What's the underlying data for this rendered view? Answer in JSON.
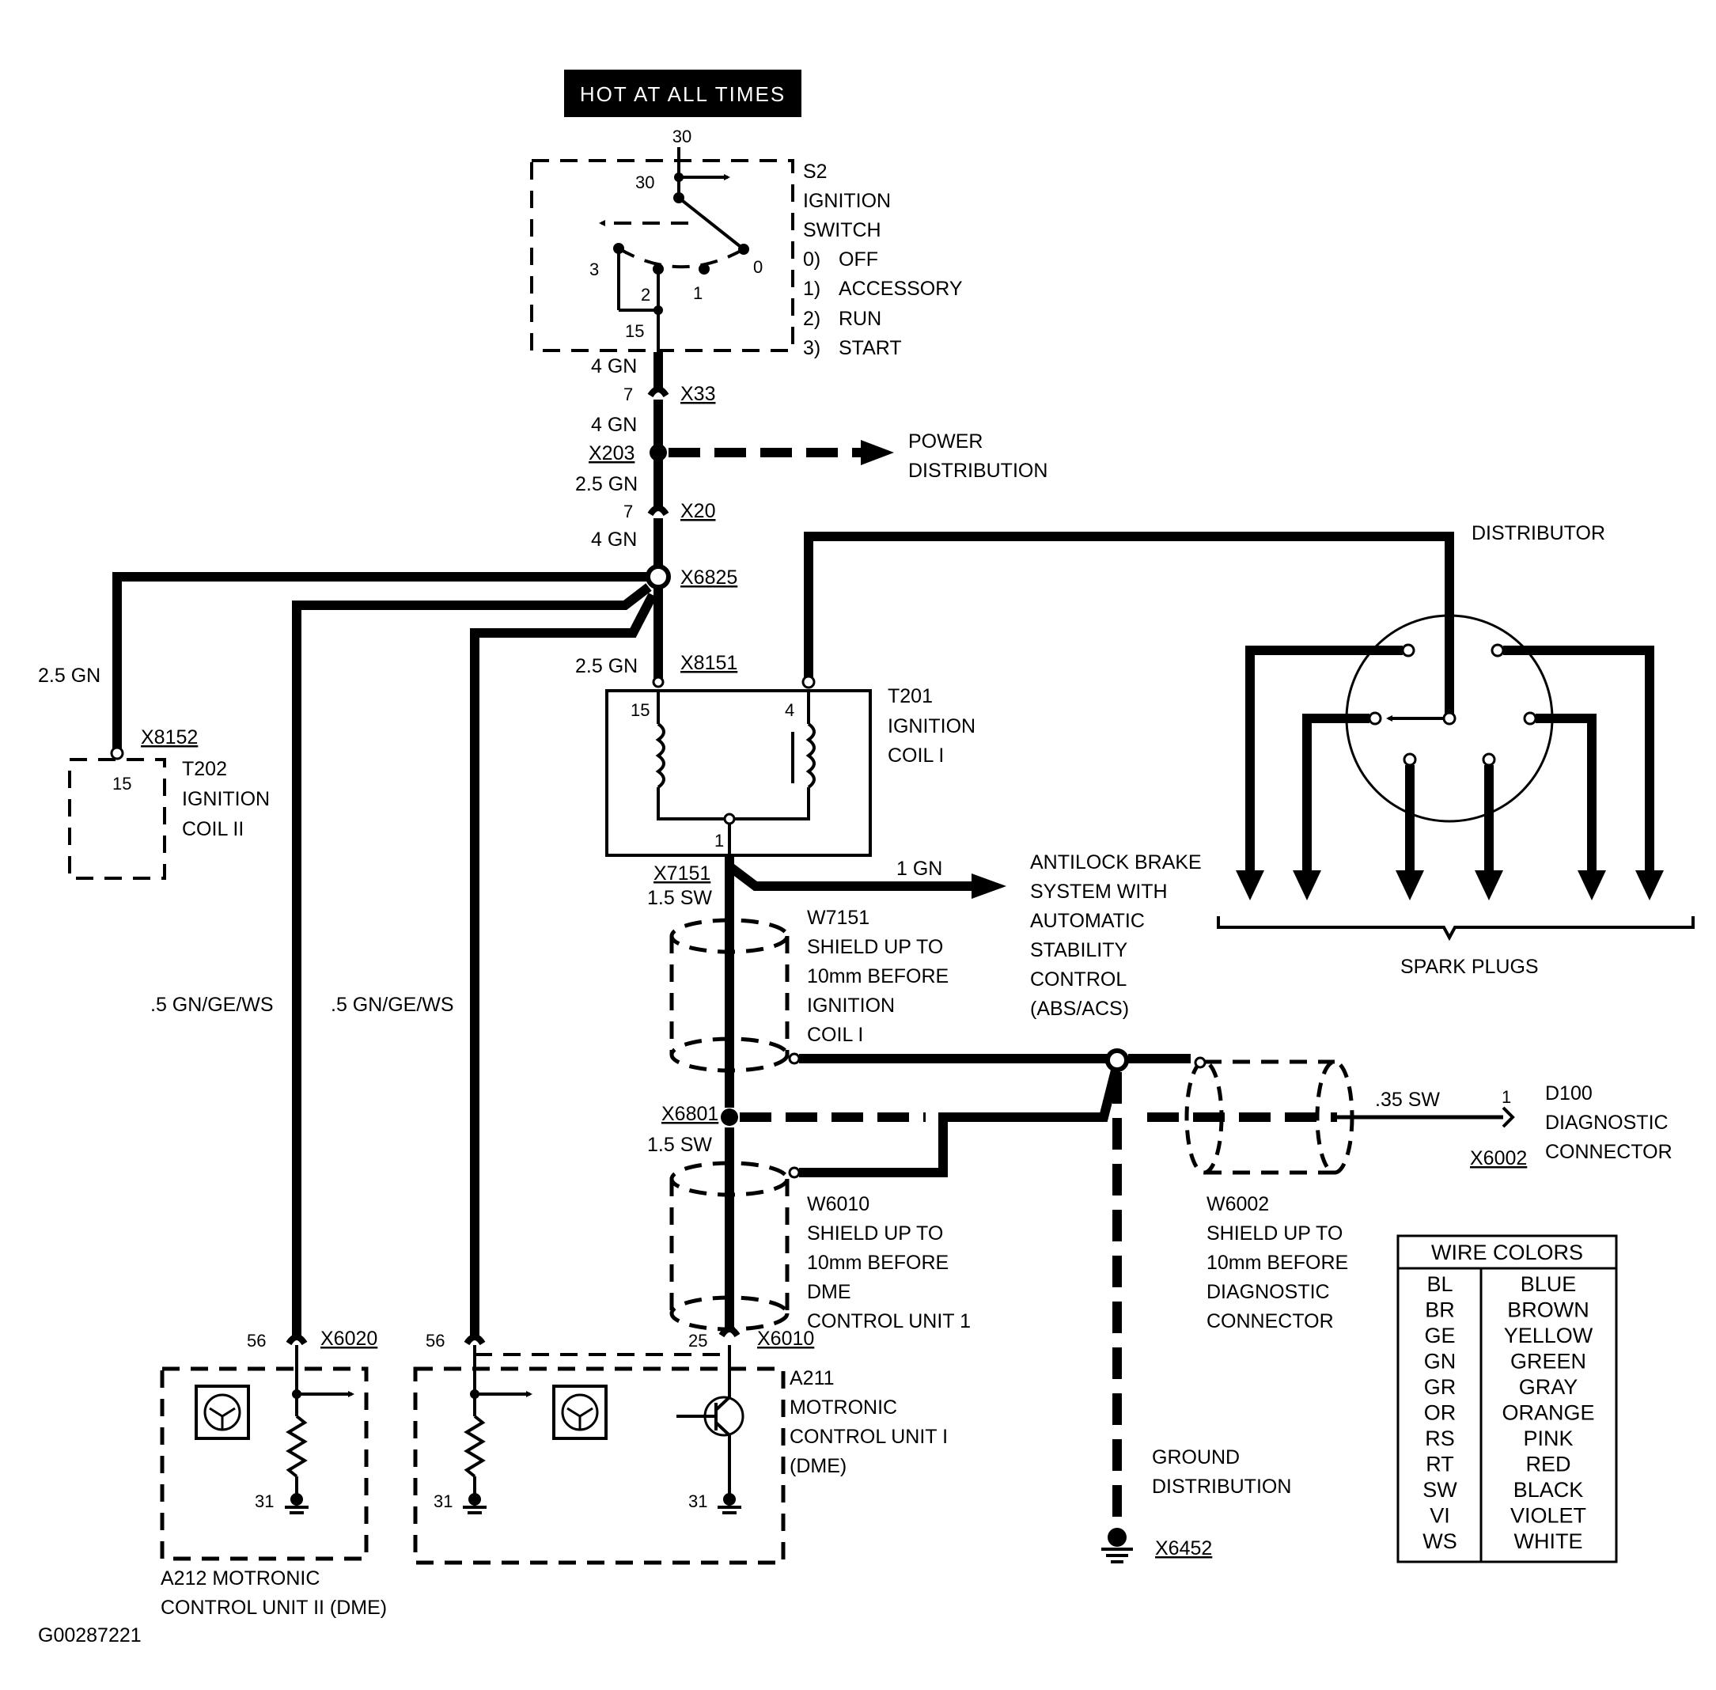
{
  "banner": {
    "hot_label": "HOT AT ALL TIMES"
  },
  "ignition_switch": {
    "top_pin": "30",
    "pin_30": "30",
    "pin_3": "3",
    "pin_2": "2",
    "pin_1": "1",
    "pin_0": "0",
    "pin_15": "15",
    "name": "S2",
    "title": "IGNITION",
    "title2": "SWITCH",
    "positions": [
      {
        "num": "0)",
        "label": "OFF"
      },
      {
        "num": "1)",
        "label": "ACCESSORY"
      },
      {
        "num": "2)",
        "label": "RUN"
      },
      {
        "num": "3)",
        "label": "START"
      }
    ]
  },
  "main_wire": {
    "w1": "4 GN",
    "x33_pin": "7",
    "x33": "X33",
    "w2": "4 GN",
    "x203": "X203",
    "w3": "2.5 GN",
    "x20_pin": "7",
    "x20": "X20",
    "w4": "4 GN",
    "x6825": "X6825",
    "w5": "2.5 GN",
    "x8151": "X8151"
  },
  "power_distribution": {
    "line1": "POWER",
    "line2": "DISTRIBUTION"
  },
  "coil1": {
    "pin15": "15",
    "pin4": "4",
    "pin1": "1",
    "name": "T201",
    "line1": "IGNITION",
    "line2": "COIL I"
  },
  "coil2": {
    "wire": "2.5 GN",
    "connector": "X8152",
    "pin": "15",
    "name": "T202",
    "line1": "IGNITION",
    "line2": "COIL II"
  },
  "distributor": {
    "label": "DISTRIBUTOR",
    "spark_plugs": "SPARK PLUGS"
  },
  "abs": {
    "wire": "1 GN",
    "lines": [
      "ANTILOCK BRAKE",
      "SYSTEM WITH",
      "AUTOMATIC",
      "STABILITY",
      "CONTROL",
      "(ABS/ACS)"
    ]
  },
  "lower": {
    "x7151": "X7151",
    "w7151_wire": "1.5 SW",
    "w7151": [
      "W7151",
      "SHIELD UP TO",
      "10mm BEFORE",
      "IGNITION",
      "COIL I"
    ],
    "x6801": "X6801",
    "w6801_wire": "1.5 SW",
    "w6010": [
      "W6010",
      "SHIELD UP TO",
      "10mm BEFORE",
      "DME",
      "CONTROL UNIT 1"
    ],
    "w6002": [
      "W6002",
      "SHIELD UP TO",
      "10mm BEFORE",
      "DIAGNOSTIC",
      "CONNECTOR"
    ],
    "diag_wire": ".35 SW",
    "diag_pin": "1",
    "diag": [
      "D100",
      "DIAGNOSTIC",
      "CONNECTOR"
    ],
    "x6002": "X6002",
    "ground": [
      "GROUND",
      "DISTRIBUTION"
    ],
    "x6452": "X6452"
  },
  "left_wires": {
    "w_left": ".5 GN/GE/WS",
    "w_right": ".5 GN/GE/WS"
  },
  "a212": {
    "pin56": "56",
    "connector": "X6020",
    "pin31": "31",
    "line1": "A212  MOTRONIC",
    "line2": "CONTROL UNIT II  (DME)"
  },
  "a211": {
    "pin56": "56",
    "pin25": "25",
    "connector": "X6010",
    "pin31a": "31",
    "pin31b": "31",
    "lines": [
      "A211",
      "MOTRONIC",
      "CONTROL UNIT I",
      "(DME)"
    ]
  },
  "wire_colors": {
    "title": "WIRE COLORS",
    "rows": [
      {
        "code": "BL",
        "color": "BLUE"
      },
      {
        "code": "BR",
        "color": "BROWN"
      },
      {
        "code": "GE",
        "color": "YELLOW"
      },
      {
        "code": "GN",
        "color": "GREEN"
      },
      {
        "code": "GR",
        "color": "GRAY"
      },
      {
        "code": "OR",
        "color": "ORANGE"
      },
      {
        "code": "RS",
        "color": "PINK"
      },
      {
        "code": "RT",
        "color": "RED"
      },
      {
        "code": "SW",
        "color": "BLACK"
      },
      {
        "code": "VI",
        "color": "VIOLET"
      },
      {
        "code": "WS",
        "color": "WHITE"
      }
    ]
  },
  "figure_id": "G00287221"
}
